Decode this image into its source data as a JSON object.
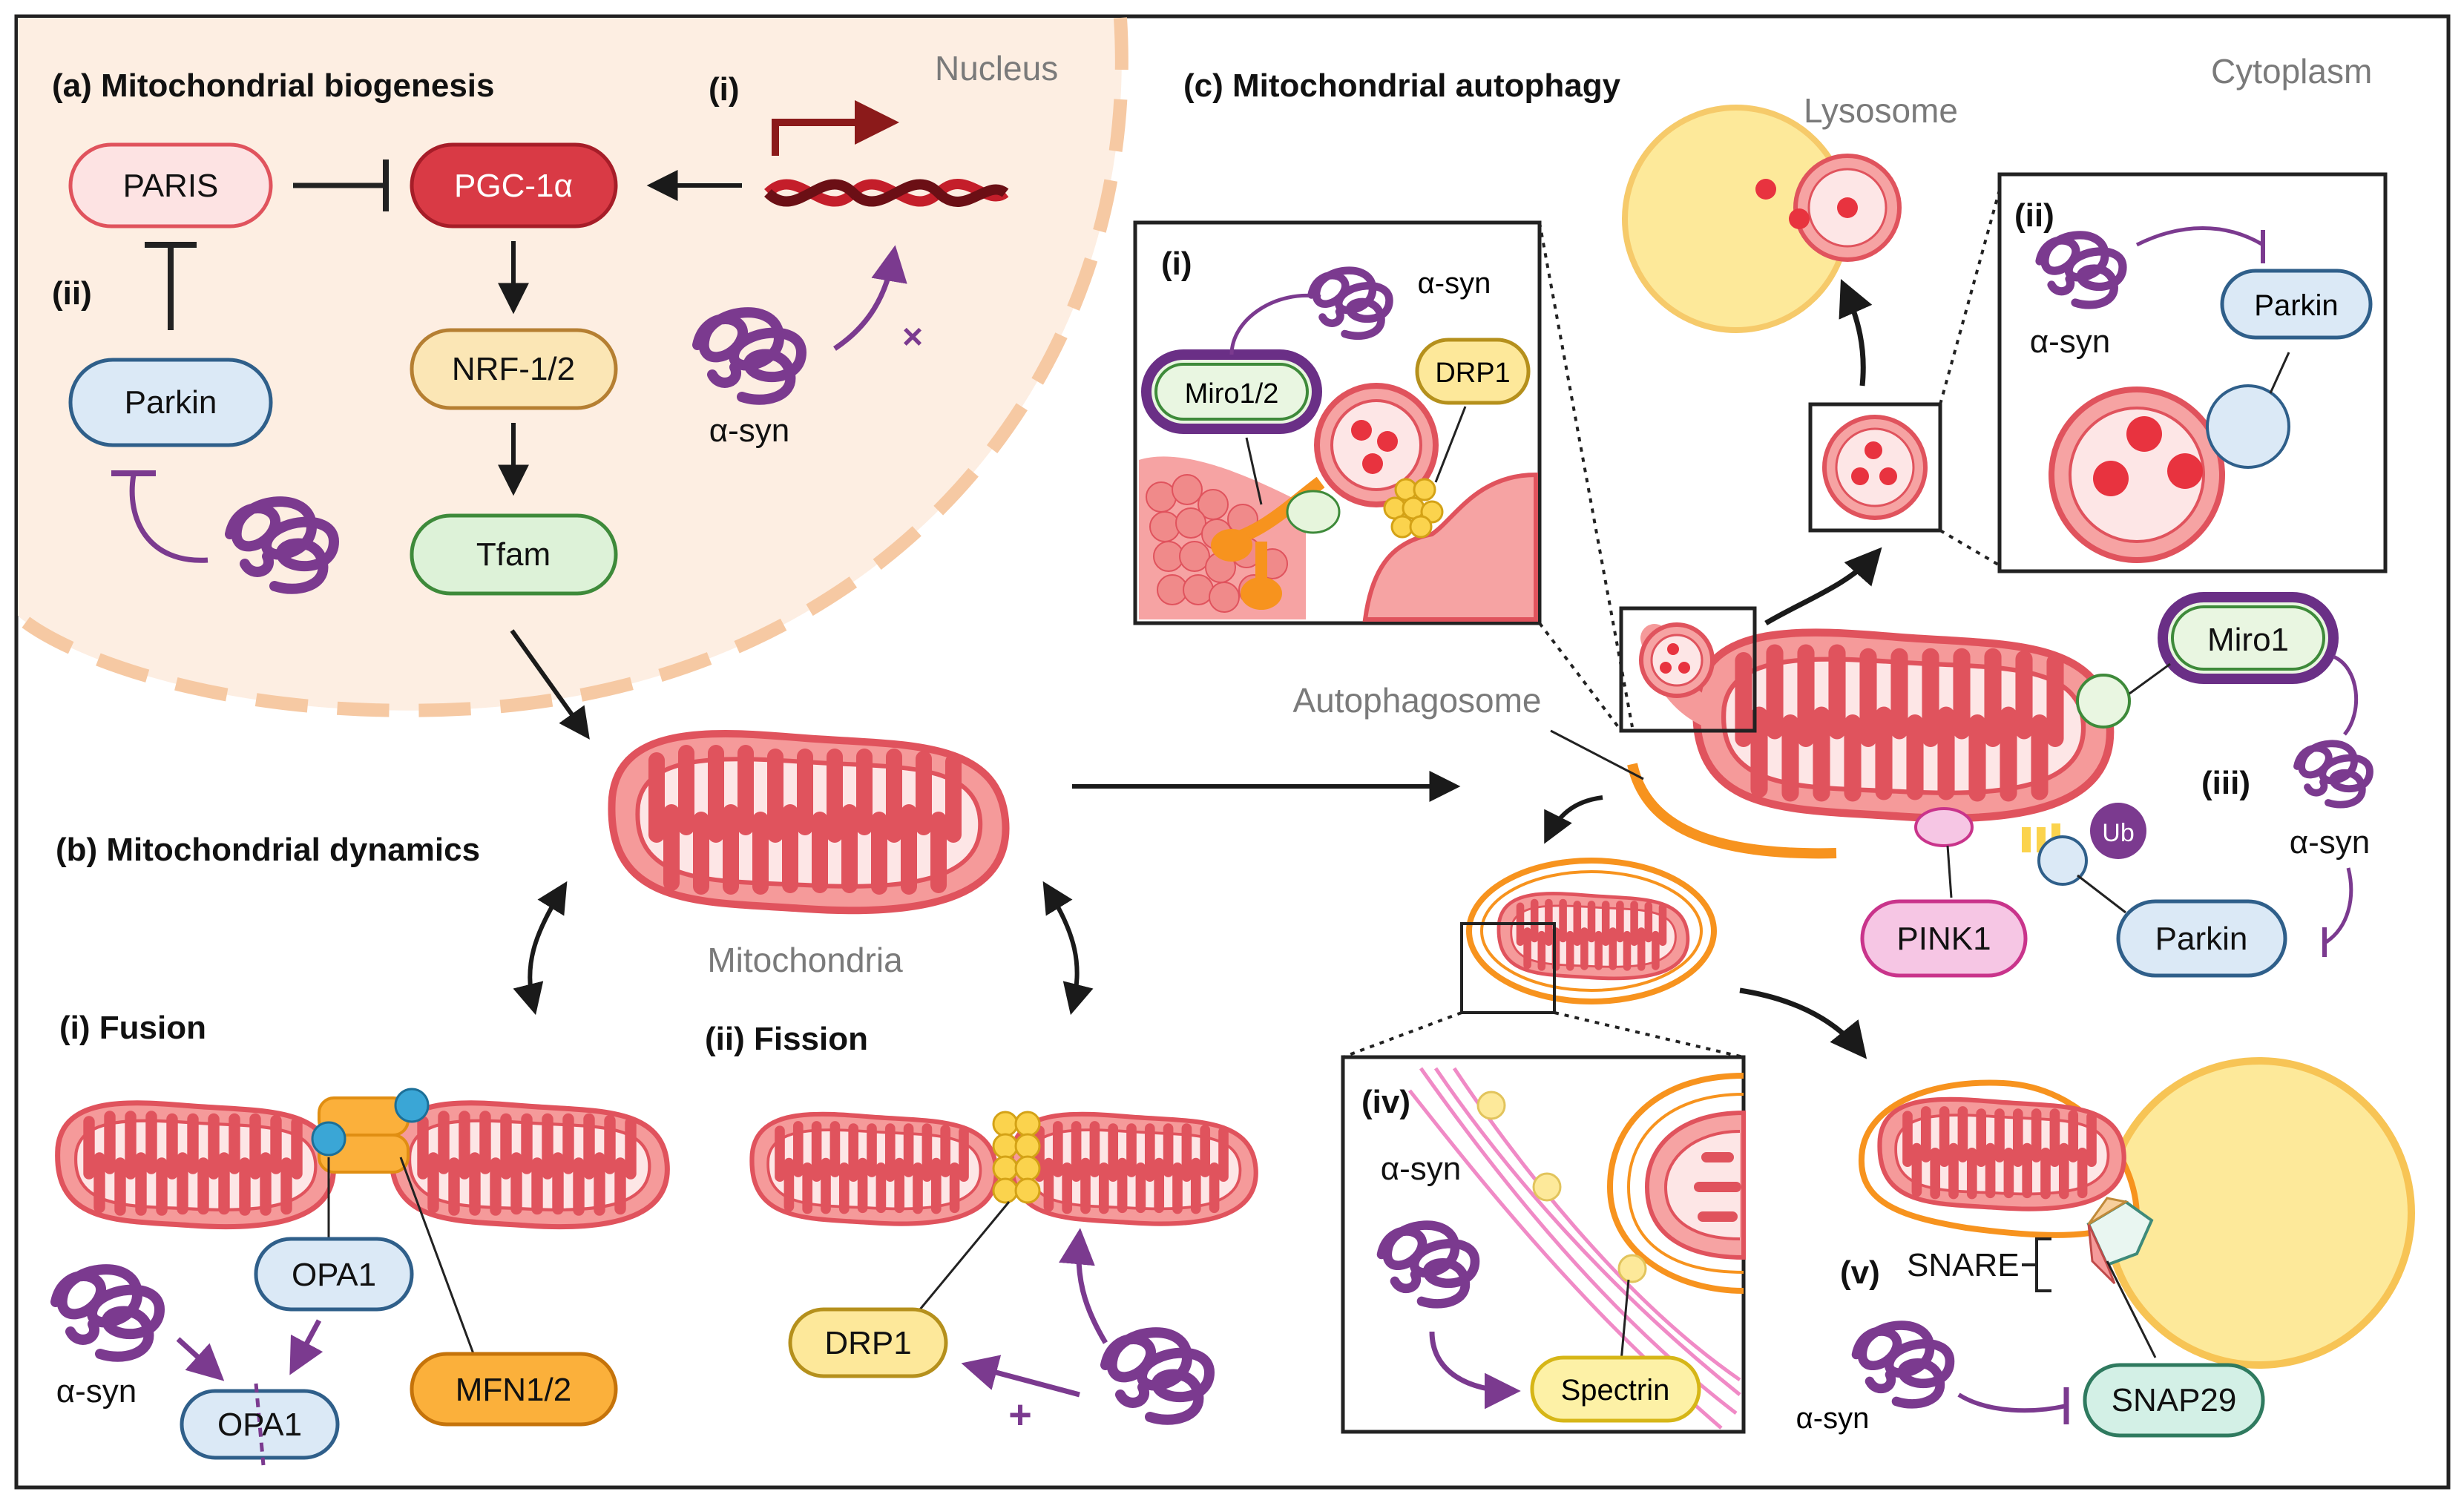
{
  "colors": {
    "frame": "#222222",
    "nucleus_fill": "#fdeee2",
    "nucleus_dash": "#f6c9a3",
    "mito_fill": "#f59a9a",
    "mito_dark": "#e0535d",
    "asyn": "#7b3a8f",
    "orange": "#f7931e",
    "lysosome": "#fde99a"
  },
  "sections": {
    "a": "(a) Mitochondrial biogenesis",
    "b": "(b) Mitochondrial dynamics",
    "c": "(c) Mitochondrial autophagy"
  },
  "regions": {
    "nucleus": "Nucleus",
    "cytoplasm": "Cytoplasm",
    "lysosome": "Lysosome",
    "autophagosome": "Autophagosome",
    "mitochondria": "Mitochondria"
  },
  "markers": {
    "a_i": "(i)",
    "a_ii": "(ii)",
    "fusion": "(i) Fusion",
    "fission": "(ii) Fission",
    "c_i": "(i)",
    "c_ii": "(ii)",
    "c_iii": "(iii)",
    "c_iv": "(iv)",
    "c_v": "(v)"
  },
  "nodes": {
    "paris": "PARIS",
    "pgc1a": "PGC-1α",
    "nrf": "NRF-1/2",
    "tfam": "Tfam",
    "parkin_a": "Parkin",
    "opa1_top": "OPA1",
    "opa1_bottom": "OPA1",
    "mfn": "MFN1/2",
    "drp1_b": "DRP1",
    "miro12": "Miro1/2",
    "drp1_c": "DRP1",
    "parkin_cii": "Parkin",
    "miro1": "Miro1",
    "pink1": "PINK1",
    "parkin_c": "Parkin",
    "ub": "Ub",
    "spectrin": "Spectrin",
    "snap29": "SNAP29",
    "snare": "SNARE"
  },
  "asyn_labels": {
    "a_i": "α-syn",
    "b_fusion": "α-syn",
    "c_i": "α-syn",
    "c_ii": "α-syn",
    "c_iii": "α-syn",
    "c_iv": "α-syn",
    "c_v": "α-syn"
  },
  "symbols": {
    "block_x": "×",
    "plus": "+"
  }
}
